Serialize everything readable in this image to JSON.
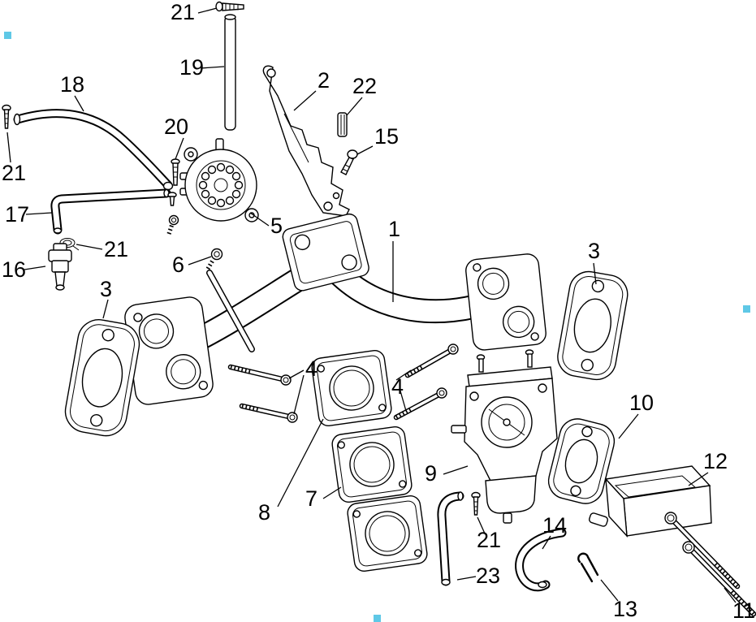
{
  "colors": {
    "background": "#ffffff",
    "line": "#000000",
    "marker": "#5fc8e6"
  },
  "labels": {
    "p1": "1",
    "p2": "2",
    "p3_left": "3",
    "p3_right": "3",
    "p4_left": "4",
    "p4_right": "4",
    "p5": "5",
    "p6": "6",
    "p7": "7",
    "p8": "8",
    "p9": "9",
    "p10": "10",
    "p11": "11",
    "p12": "12",
    "p13": "13",
    "p14": "14",
    "p15": "15",
    "p16": "16",
    "p17": "17",
    "p18": "18",
    "p19": "19",
    "p20": "20",
    "p21_top": "21",
    "p21_left": "21",
    "p21_mid": "21",
    "p21_bottom": "21",
    "p22": "22",
    "p23": "23"
  }
}
